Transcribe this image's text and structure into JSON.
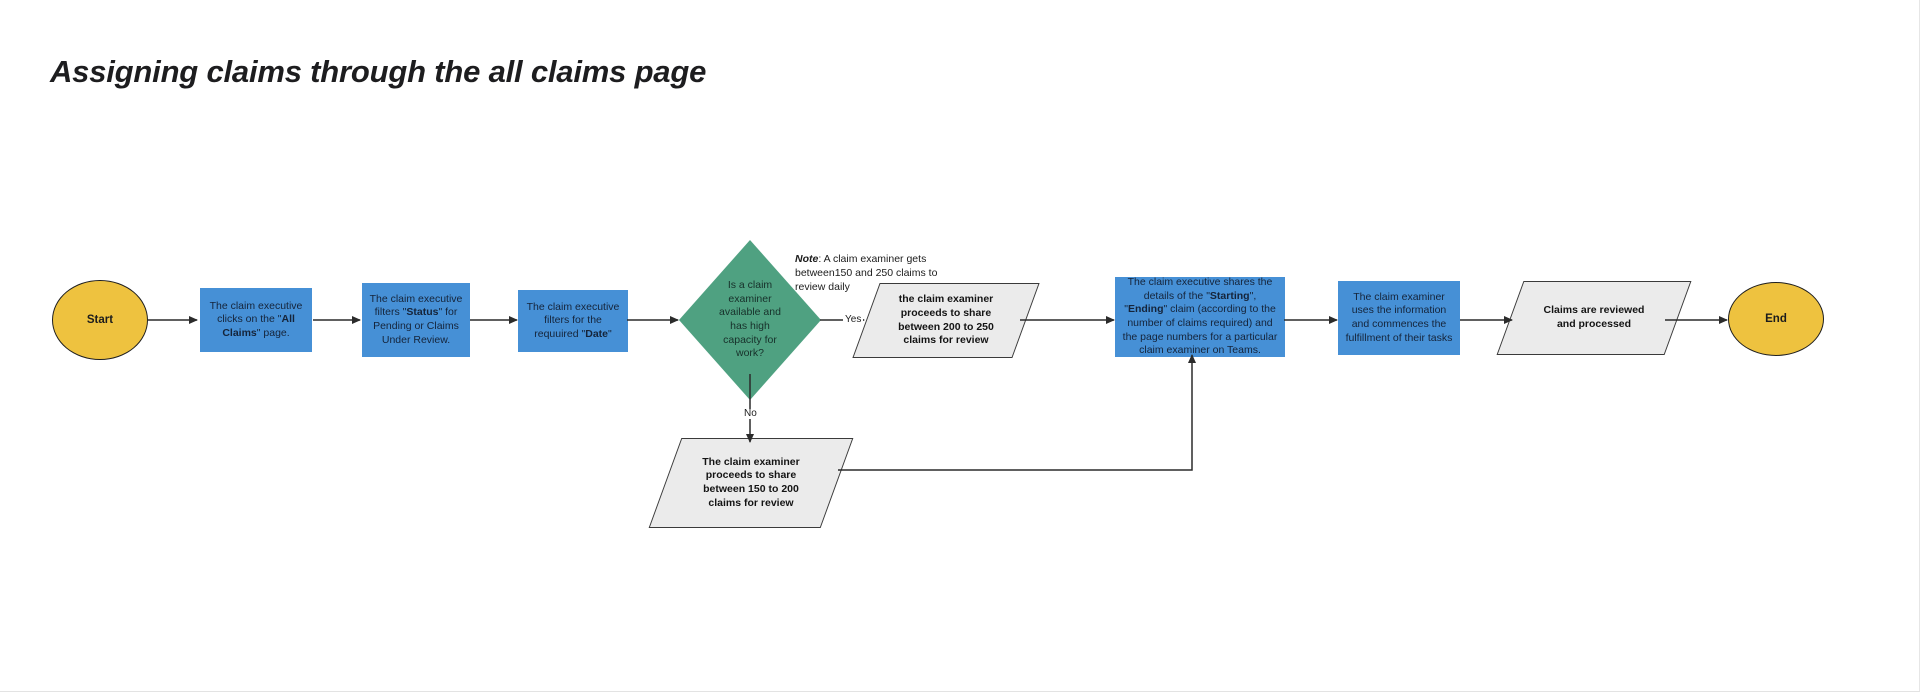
{
  "page": {
    "title": "Assigning claims through the all claims page",
    "background": "#ffffff"
  },
  "colors": {
    "terminator_fill": "#eec23f",
    "process_fill": "#4690d6",
    "decision_fill": "#4fa181",
    "data_fill": "#ebebeb",
    "stroke": "#3a3a3a",
    "text": "#1c1c1c"
  },
  "flowchart": {
    "type": "flowchart",
    "nodes": [
      {
        "id": "start",
        "shape": "terminator",
        "label": "Start"
      },
      {
        "id": "p1",
        "shape": "process",
        "label_html": "The claim executive clicks on the \"<b>All Claims</b>\" page."
      },
      {
        "id": "p2",
        "shape": "process",
        "label_html": "The claim executive filters  \"<b>Status</b>\" for Pending or Claims Under Review."
      },
      {
        "id": "p3",
        "shape": "process",
        "label_html": "The claim executive filters for the requuired \"<b>Date</b>\""
      },
      {
        "id": "decision",
        "shape": "decision",
        "label": "Is a claim examiner available and has high capacity for work?"
      },
      {
        "id": "yes_data",
        "shape": "data",
        "label": "the claim examiner proceeds to share between 200 to 250 claims for review"
      },
      {
        "id": "no_data",
        "shape": "data",
        "label": "The claim examiner proceeds to share between 150 to 200 claims for review"
      },
      {
        "id": "p4",
        "shape": "process",
        "label_html": "The claim executive shares the details of the \"<b>Starting</b>\", \"<b>Ending</b>\" claim (according to the number of claims required) and the page numbers for a particular claim examiner on Teams."
      },
      {
        "id": "p5",
        "shape": "process",
        "label_html": "The claim examiner uses the information and commences the fulfillment of their tasks"
      },
      {
        "id": "final_data",
        "shape": "data",
        "label": "Claims are reviewed and processed"
      },
      {
        "id": "end",
        "shape": "terminator",
        "label": "End"
      }
    ],
    "edges": [
      {
        "from": "start",
        "to": "p1",
        "label": ""
      },
      {
        "from": "p1",
        "to": "p2",
        "label": ""
      },
      {
        "from": "p2",
        "to": "p3",
        "label": ""
      },
      {
        "from": "p3",
        "to": "decision",
        "label": ""
      },
      {
        "from": "decision",
        "to": "yes_data",
        "label": "Yes"
      },
      {
        "from": "decision",
        "to": "no_data",
        "label": "No"
      },
      {
        "from": "yes_data",
        "to": "p4",
        "label": ""
      },
      {
        "from": "no_data",
        "to": "p4",
        "label": ""
      },
      {
        "from": "p4",
        "to": "p5",
        "label": ""
      },
      {
        "from": "p5",
        "to": "final_data",
        "label": ""
      },
      {
        "from": "final_data",
        "to": "end",
        "label": ""
      }
    ],
    "edge_labels": {
      "yes": "Yes",
      "no": "No"
    },
    "annotations": [
      {
        "id": "note",
        "label": "Note",
        "separator": ": ",
        "text": "A claim examiner gets between150 and 250 claims to review daily"
      }
    ]
  }
}
